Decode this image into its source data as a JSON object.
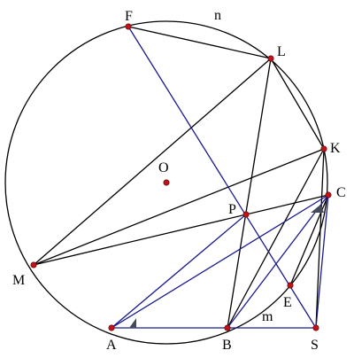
{
  "diagram": {
    "points": [
      {
        "id": "F",
        "label": "F"
      },
      {
        "id": "L",
        "label": "L"
      },
      {
        "id": "K",
        "label": "K"
      },
      {
        "id": "C",
        "label": "C"
      },
      {
        "id": "P",
        "label": "P"
      },
      {
        "id": "O",
        "label": "O"
      },
      {
        "id": "M",
        "label": "M"
      },
      {
        "id": "E",
        "label": "E"
      },
      {
        "id": "A",
        "label": "A"
      },
      {
        "id": "B",
        "label": "B"
      },
      {
        "id": "S",
        "label": "S"
      }
    ],
    "arc_labels": [
      {
        "id": "n",
        "label": "n"
      },
      {
        "id": "m",
        "label": "m"
      }
    ],
    "colors": {
      "black_lines": "#000000",
      "blue_lines": "#1a1a8c",
      "points": "#c0141a"
    }
  }
}
